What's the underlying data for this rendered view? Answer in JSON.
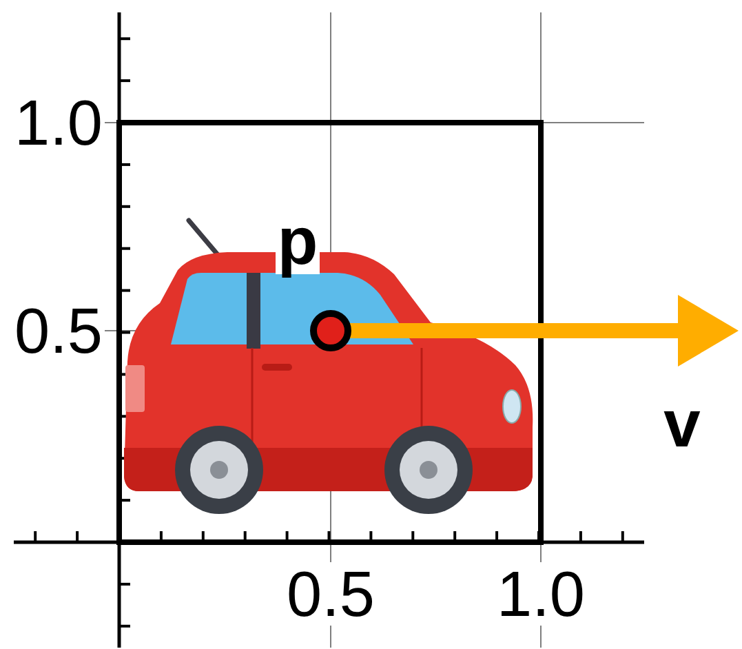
{
  "diagram": {
    "labels": [
      "1.0",
      "0.5",
      "0.5",
      "1.0",
      "p",
      "v"
    ]
  }
}
